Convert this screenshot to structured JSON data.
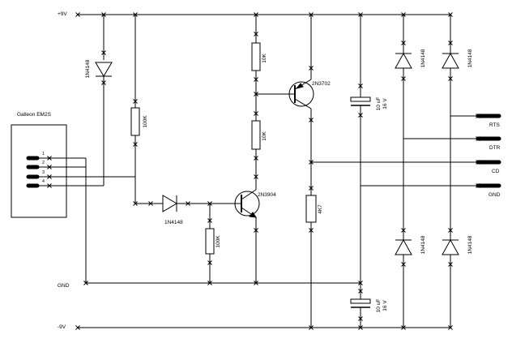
{
  "rails": {
    "pos9v": "+9V",
    "gnd": "GND",
    "neg9v": "-9V"
  },
  "connector": {
    "title": "Galleon EM2S",
    "pins": [
      "1",
      "2",
      "3",
      "4"
    ]
  },
  "components": {
    "d_left": "1N4148",
    "r_base_top": "100K",
    "d_base": "1N4148",
    "r_base_bottom": "100K",
    "r_top1": "10K",
    "r_top2": "10K",
    "q_npn": "2N3904",
    "q_pnp": "2N3702",
    "r_emitter": "4K7",
    "cap_top": [
      "10 uF",
      "16 V"
    ],
    "cap_bottom": [
      "10 uF",
      "16 V"
    ],
    "d_tl": "1N4148",
    "d_tr": "1N4148",
    "d_bl": "1N4148",
    "d_br": "1N4148"
  },
  "outputs": [
    "RTS",
    "DTR",
    "CD",
    "GND"
  ]
}
